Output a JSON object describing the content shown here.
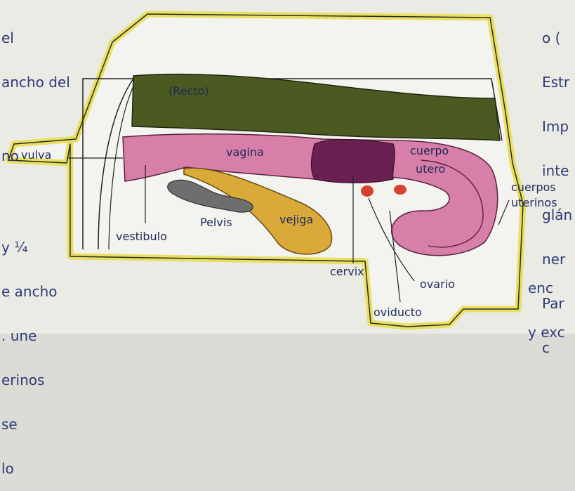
{
  "labels": {
    "recto": "(Recto)",
    "vulva": "vulva",
    "vagina": "vagina",
    "cuerpo_utero_line1": "cuerpo",
    "cuerpo_utero_line2": "utero",
    "cuernos_uterinos_line1": "cuerpos",
    "cuernos_uterinos_line2": "uterinos",
    "vestibulo": "vestibulo",
    "pelvis": "Pelvis",
    "vejiga": "vejiga",
    "cervix": "cervix",
    "ovario": "ovario",
    "oviducto": "oviducto"
  },
  "background_notes": {
    "left_top": [
      "el",
      "ancho del",
      "",
      "no"
    ],
    "left_bottom": [
      "y ¼",
      "e ancho",
      ". une",
      "erinos",
      "se",
      "lo"
    ],
    "right_top": [
      "o (",
      "Estr",
      "Imp",
      "inte",
      "glán",
      "ner",
      "Par",
      "c"
    ],
    "right_bottom": [
      "enc",
      "y exc"
    ]
  },
  "colors": {
    "recto": "#4a5a20",
    "vagina": "#d77fa9",
    "cervix": "#6a2050",
    "vejiga": "#d9aa3a",
    "pelvis": "#6e6e6e",
    "ovario": "#d8402e",
    "body_outline": "#e8e060"
  }
}
